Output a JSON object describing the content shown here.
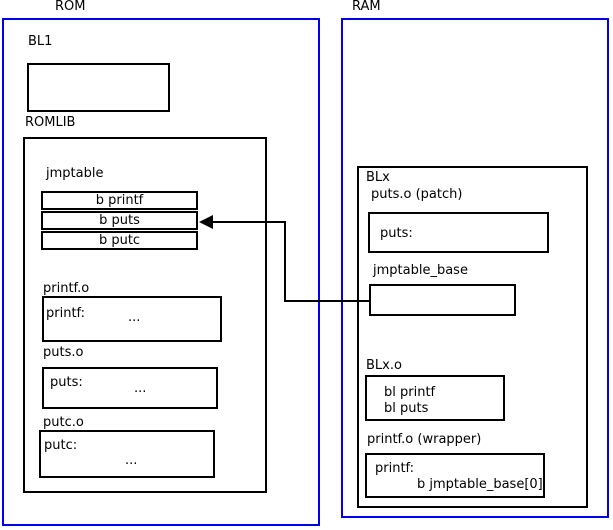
{
  "rom": {
    "label": "ROM",
    "bl1": {
      "label": "BL1"
    },
    "romlib": {
      "label": "ROMLIB",
      "jmptable": {
        "label": "jmptable",
        "rows": [
          "b printf",
          "b puts",
          "b putc"
        ]
      },
      "printf_o": {
        "label": "printf.o",
        "symbol": "printf:",
        "body": "..."
      },
      "puts_o": {
        "label": "puts.o",
        "symbol": "puts:",
        "body": "..."
      },
      "putc_o": {
        "label": "putc.o",
        "symbol": "putc:",
        "body": "..."
      }
    }
  },
  "ram": {
    "label": "RAM",
    "blx": {
      "label": "BLx",
      "puts_patch": {
        "label": "puts.o (patch)",
        "symbol": "puts:"
      },
      "jmptable_base": {
        "label": "jmptable_base"
      },
      "blx_o": {
        "label": "BLx.o",
        "lines": [
          "bl printf",
          "bl puts"
        ]
      },
      "printf_wrapper": {
        "label": "printf.o (wrapper)",
        "symbol": "printf:",
        "instruction": "b jmptable_base[0]"
      }
    }
  },
  "colors": {
    "frame_blue": "#0000ee",
    "line_black": "#000000",
    "background": "#ffffff"
  }
}
